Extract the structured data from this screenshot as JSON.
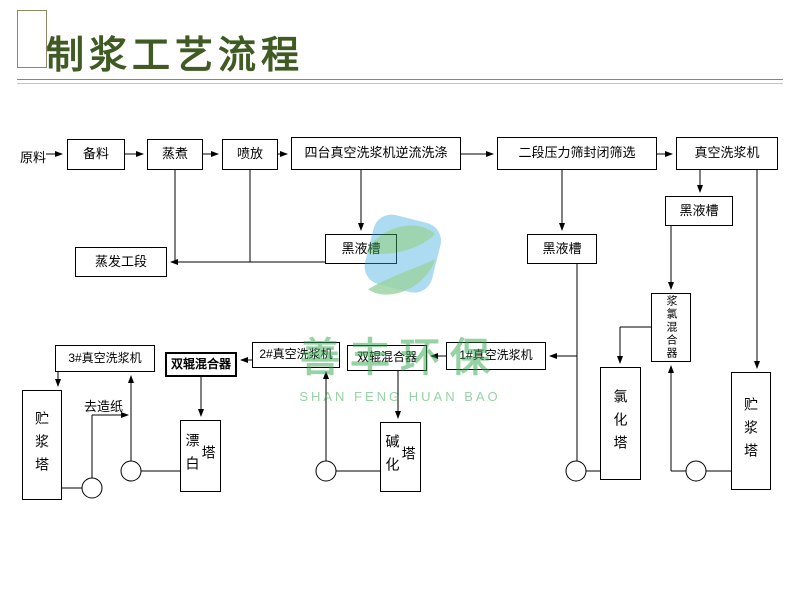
{
  "title": "制浆工艺流程",
  "watermark": {
    "cn": "善丰环保",
    "en": "SHAN FENG HUAN BAO"
  },
  "labels": {
    "raw": "原料",
    "prep": "备料",
    "cook": "蒸煮",
    "blow": "喷放",
    "wash4": "四台真空洗浆机逆流洗涤",
    "screen": "二段压力筛封闭筛选",
    "vacwash": "真空洗浆机",
    "blacktank1": "黑液槽",
    "blacktank2": "黑液槽",
    "blacktank3": "黑液槽",
    "evap": "蒸发工段",
    "wash3": "3#真空洗浆机",
    "mixer1": "双辊混合器",
    "wash2": "2#真空洗浆机",
    "mixer2": "双辊混合器",
    "wash1": "1#真空洗浆机",
    "chlortower": "氯化塔",
    "pulpchlormixer": "浆氯混合器",
    "storeR": "贮浆塔",
    "storeL": "贮浆塔",
    "bleach": "漂白塔",
    "alkali": "碱化塔",
    "topaper": "去造纸"
  },
  "colors": {
    "title_green": "#3f5a22",
    "ornament_olive": "#8a8a64",
    "watermark_green": "#2fa64b",
    "watermark_blue": "#35a8dd",
    "line_black": "#000000"
  }
}
